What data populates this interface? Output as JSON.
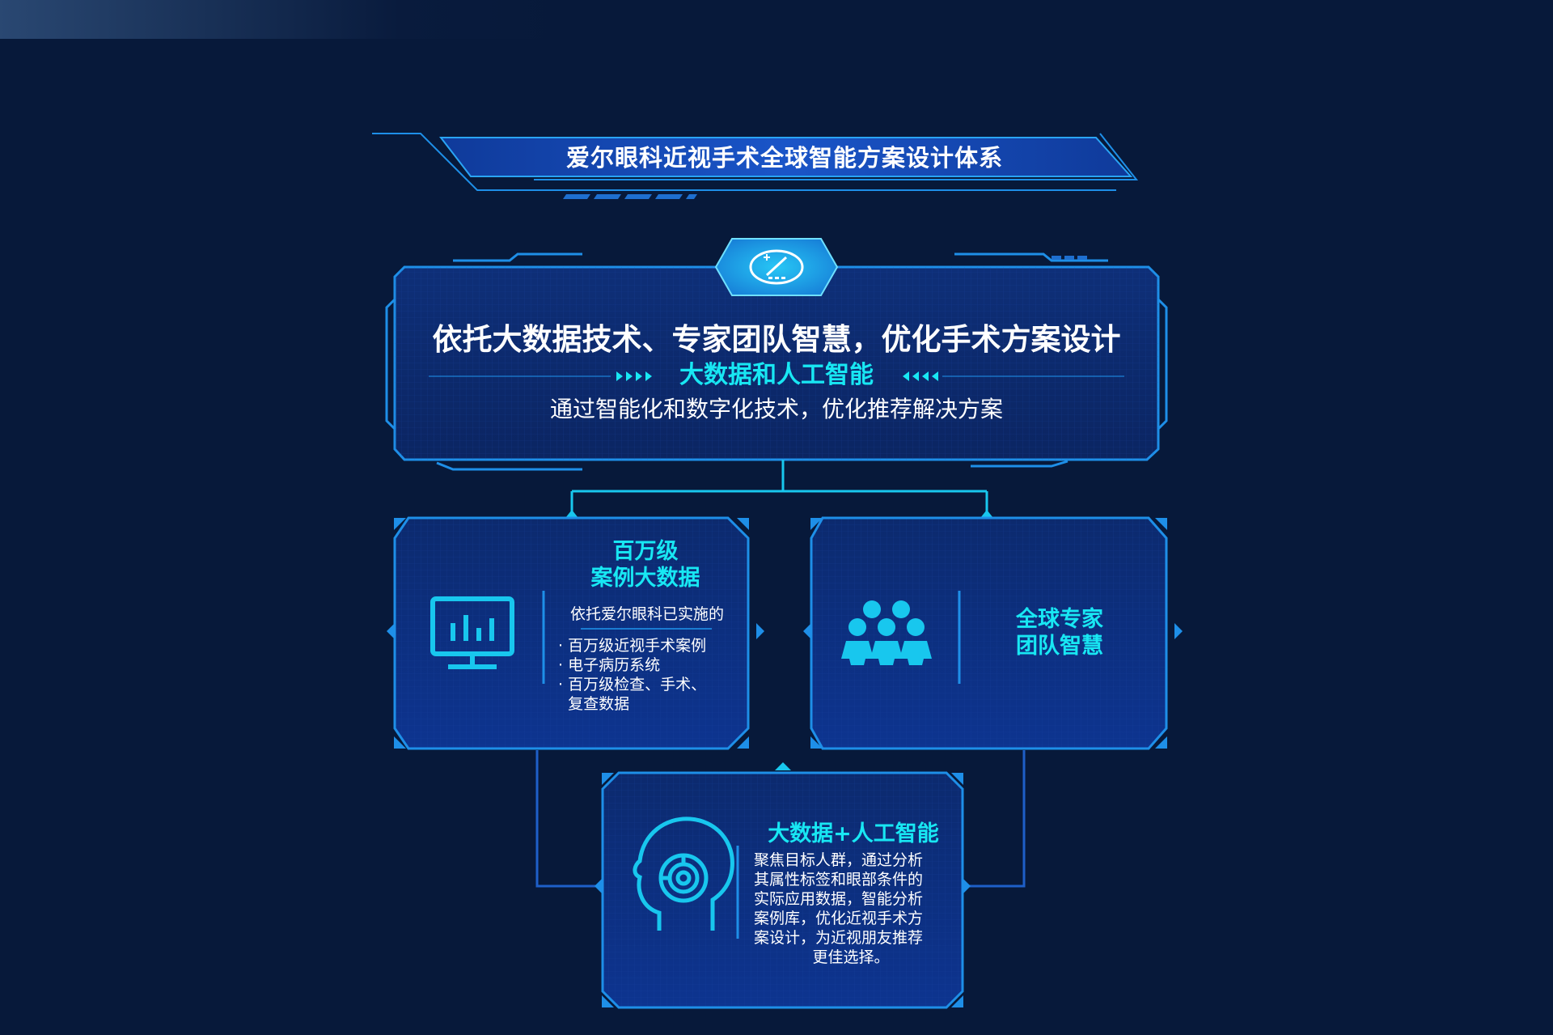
{
  "header": {
    "title": "爱尔眼科近视手术全球智能方案设计体系"
  },
  "main_panel": {
    "icon": "eye-pen-icon",
    "headline": "依托大数据技术、专家团队智慧，优化手术方案设计",
    "sub_headline": "大数据和人工智能",
    "description": "通过智能化和数字化技术，优化推荐解决方案",
    "arrows_left": "▸▸▸▸",
    "arrows_right": "◂◂◂◂"
  },
  "big_data_box": {
    "icon": "monitor-chart-icon",
    "title_line1": "百万级",
    "title_line2": "案例大数据",
    "intro": "依托爱尔眼科已实施的",
    "bullets": [
      "· 百万级近视手术案例",
      "· 电子病历系统",
      "· 百万级检查、手术、",
      "  复查数据"
    ]
  },
  "expert_box": {
    "icon": "people-group-icon",
    "title_line1": "全球专家",
    "title_line2": "团队智慧"
  },
  "ai_box": {
    "icon": "ai-head-icon",
    "title": "大数据+人工智能",
    "description_lines": [
      "聚焦目标人群，通过分析",
      "其属性标签和眼部条件的",
      "实际应用数据，智能分析",
      "案例库，优化近视手术方",
      "案设计，为近视朋友推荐",
      "更佳选择。"
    ]
  },
  "colors": {
    "background": "#07193a",
    "accent_cyan": "#18e7f3",
    "frame_blue": "#1e8fe8",
    "panel_fill": "#0e2f7a"
  }
}
